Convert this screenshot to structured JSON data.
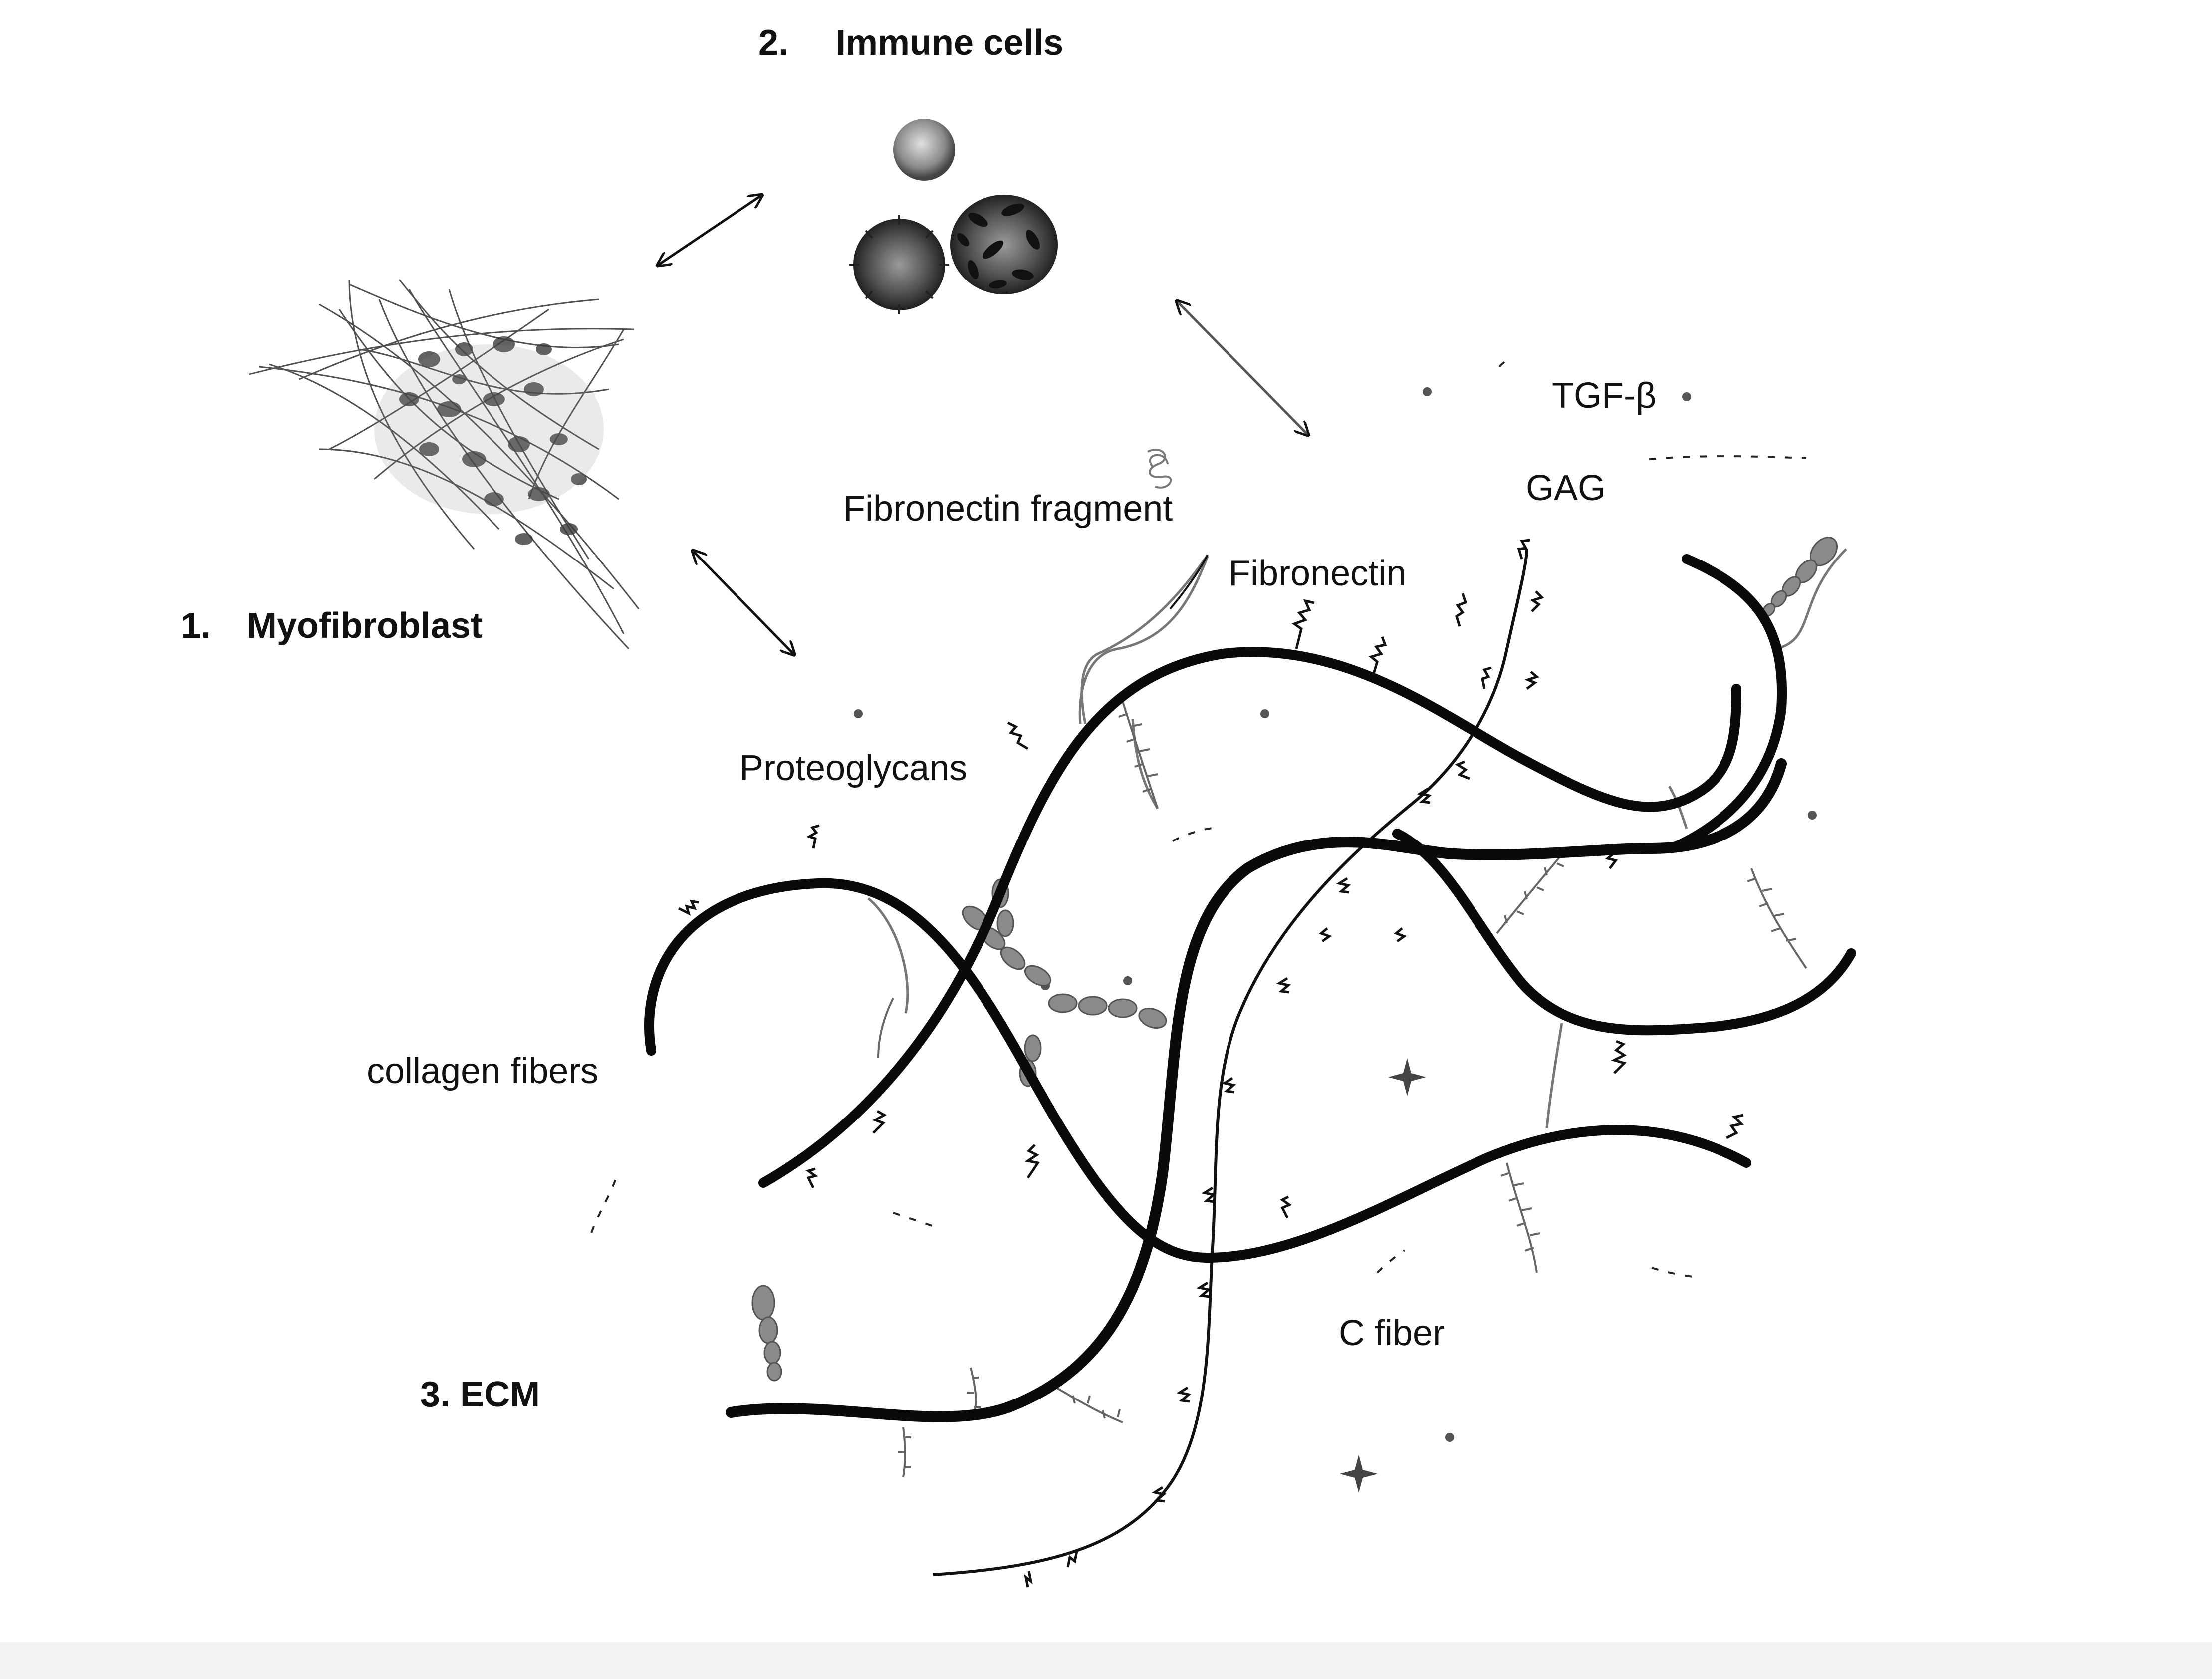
{
  "labels": {
    "myofibroblast": {
      "number": "1.",
      "title": "Myofibroblast"
    },
    "immune_cells": {
      "number": "2.",
      "title": "Immune cells"
    },
    "ecm": {
      "title": "3. ECM"
    },
    "tgf_beta": "TGF-β",
    "gag": "GAG",
    "fibronectin_fragment": "Fibronectin  fragment",
    "fibronectin": "Fibronectin",
    "proteoglycans": "Proteoglycans",
    "collagen_fibers": "collagen fibers",
    "c_fiber": "C fiber"
  },
  "colors": {
    "ink": "#111111",
    "fiber": "#0a0a0a",
    "grey_structure": "#7a7a7a",
    "background": "#ffffff"
  },
  "arrows": [
    {
      "from": "myofibroblast",
      "to": "immune_cells",
      "style": "double-headed"
    },
    {
      "from": "immune_cells",
      "to": "ecm",
      "style": "double-headed"
    },
    {
      "from": "myofibroblast",
      "to": "ecm",
      "style": "double-headed"
    }
  ]
}
